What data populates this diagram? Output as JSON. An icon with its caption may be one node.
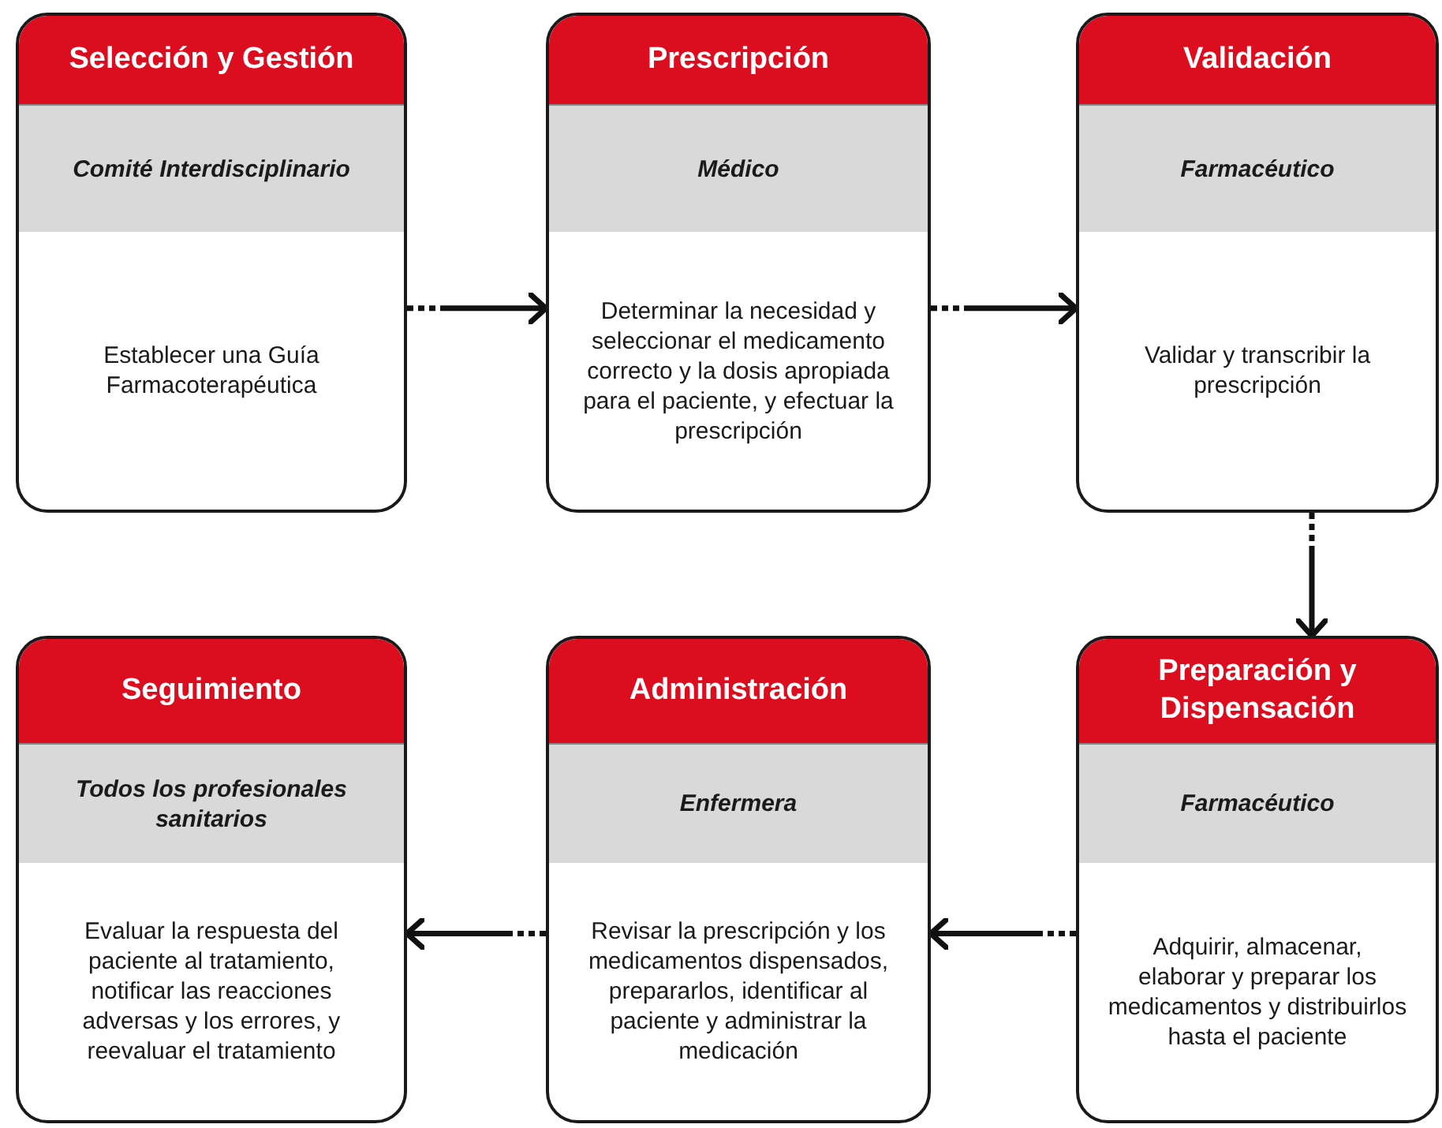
{
  "diagram": {
    "nodes": [
      {
        "text": [
          "Selección y Gestión",
          "Comité Interdisciplinario",
          "Establecer una Guía Farmacoterapéutica"
        ]
      },
      {
        "text": [
          "Prescripción",
          "Médico",
          "Determinar la necesidad y seleccionar el medicamento correcto y la dosis apropiada para el paciente, y efectuar la prescripción"
        ]
      },
      {
        "text": [
          "Validación",
          "Farmacéutico",
          "Validar y transcribir la prescripción"
        ]
      },
      {
        "text": [
          "Seguimiento",
          "Todos los profesionales sanitarios",
          "Evaluar la respuesta del paciente al tratamiento, notificar las reacciones adversas y los errores, y reevaluar el tratamiento"
        ]
      },
      {
        "text": [
          "Administración",
          "Enfermera",
          "Revisar la prescripción y los medicamentos dispensados, prepararlos, identificar al paciente y administrar la medicación"
        ]
      },
      {
        "text": [
          "Preparación y Dispensación",
          "Farmacéutico",
          "Adquirir, almacenar, elaborar y preparar los medicamentos y distribuirlos hasta el paciente"
        ]
      }
    ],
    "edges": [
      {
        "from": 0,
        "to": 1,
        "arrow": "to",
        "style": "dashed"
      },
      {
        "from": 1,
        "to": 2,
        "arrow": "to",
        "style": "dashed"
      },
      {
        "from": 2,
        "to": 5,
        "arrow": "to",
        "style": "dashed"
      },
      {
        "from": 5,
        "to": 4,
        "arrow": "to",
        "style": "dashed"
      },
      {
        "from": 4,
        "to": 3,
        "arrow": "to",
        "style": "dashed"
      }
    ]
  }
}
